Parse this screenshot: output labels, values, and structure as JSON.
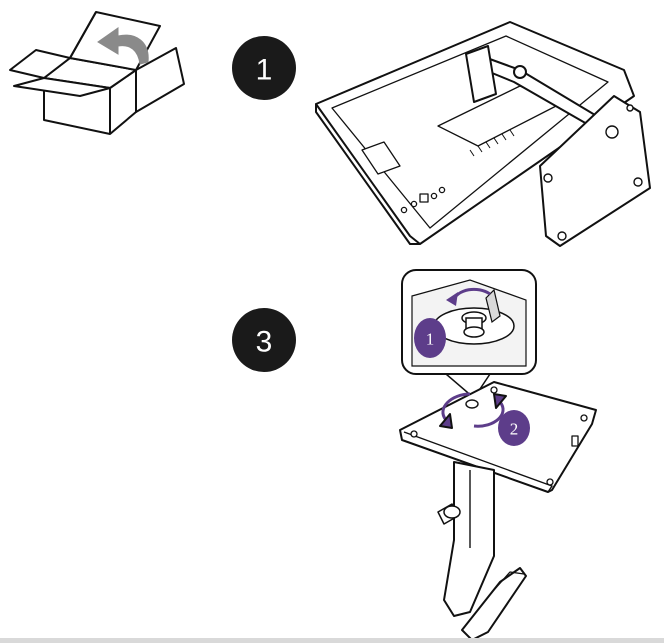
{
  "steps": {
    "first": {
      "number": "1"
    },
    "third": {
      "number": "3"
    }
  },
  "callouts": {
    "first": "1",
    "second": "2"
  },
  "icons": {
    "box": "open-box-icon",
    "rotate": "rotate-arrow-icon"
  },
  "colors": {
    "badge": "#1a1a1a",
    "accent_purple": "#5d3d8a",
    "rotate_arrow": "#8a8a8a",
    "line": "#111111",
    "border": "#d9d9d9"
  }
}
